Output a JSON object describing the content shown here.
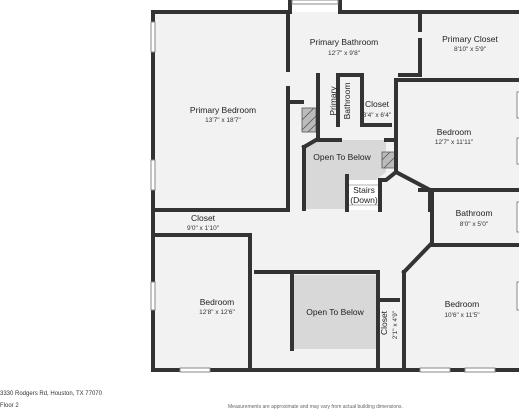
{
  "rooms": {
    "primary_bathroom": {
      "name": "Primary Bathroom",
      "dims": "12'7\" x 9'8\""
    },
    "primary_closet": {
      "name": "Primary Closet",
      "dims": "8'10\" x 5'9\""
    },
    "primary_bedroom": {
      "name": "Primary Bedroom",
      "dims": "13'7\" x 18'7\""
    },
    "primary_bathroom_small": {
      "name_line1": "Primary",
      "name_line2": "Bathroom"
    },
    "closet_center": {
      "name": "Closet",
      "dims": "3'4\" x 6'4\""
    },
    "bedroom_ne": {
      "name": "Bedroom",
      "dims": "12'7\" x 11'11\""
    },
    "open_to_below_top": {
      "name": "Open To Below"
    },
    "stairs": {
      "name_line1": "Stairs",
      "name_line2": "(Down)"
    },
    "closet_west": {
      "name": "Closet",
      "dims": "9'0\" x 1'10\""
    },
    "bathroom_east": {
      "name": "Bathroom",
      "dims": "8'0\" x 5'0\""
    },
    "bedroom_sw": {
      "name": "Bedroom",
      "dims": "12'8\" x 12'6\""
    },
    "open_to_below_bottom": {
      "name": "Open To Below"
    },
    "closet_small": {
      "name": "Closet",
      "dims": "2'1\" x 4'9\""
    },
    "bedroom_se": {
      "name": "Bedroom",
      "dims": "10'6\" x 11'5\""
    }
  },
  "footer": {
    "address": "3330 Rodgers Rd, Houston, TX 77070",
    "floor": "Floor 2",
    "disclaimer": "Measurements are approximate and may vary from actual building dimensions."
  },
  "colors": {
    "wall": "#333333",
    "room_fill": "#f2f2f2",
    "open_fill": "#d6d6d6",
    "window": "#c8c8c8"
  }
}
